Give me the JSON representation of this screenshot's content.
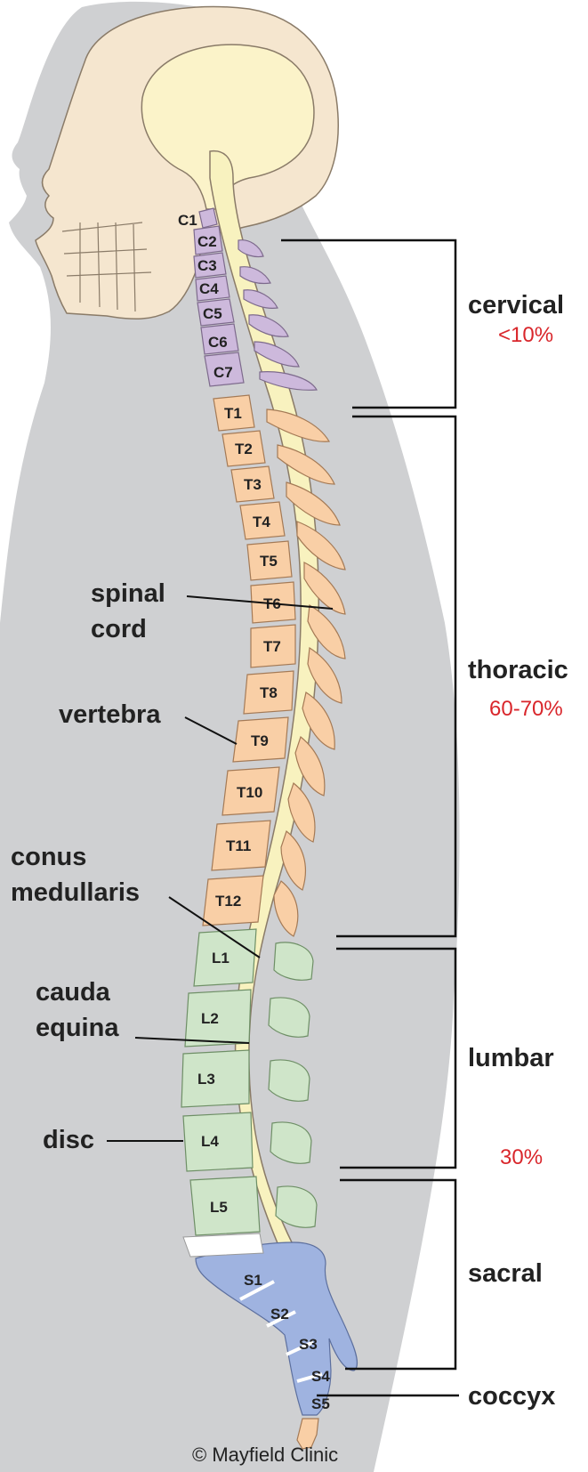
{
  "colors": {
    "body_silhouette": "#cfd0d2",
    "skull": "#f5e6cf",
    "brain": "#fbf3c9",
    "spinal_cord": "#f8f2bf",
    "cervical": "#cdb9dc",
    "thoracic": "#f9cfa6",
    "lumbar": "#cfe5c9",
    "sacral": "#9fb3e0",
    "percent_text": "#d9262b"
  },
  "vertebrae": {
    "cervical": [
      "C1",
      "C2",
      "C3",
      "C4",
      "C5",
      "C6",
      "C7"
    ],
    "thoracic": [
      "T1",
      "T2",
      "T3",
      "T4",
      "T5",
      "T6",
      "T7",
      "T8",
      "T9",
      "T10",
      "T11",
      "T12"
    ],
    "lumbar": [
      "L1",
      "L2",
      "L3",
      "L4",
      "L5"
    ],
    "sacral": [
      "S1",
      "S2",
      "S3",
      "S4",
      "S5"
    ]
  },
  "anatomy_labels": {
    "spinal_cord": [
      "spinal",
      "cord"
    ],
    "vertebra": "vertebra",
    "conus_medullaris": [
      "conus",
      "medullaris"
    ],
    "cauda_equina": [
      "cauda",
      "equina"
    ],
    "disc": "disc"
  },
  "regions": {
    "cervical": {
      "name": "cervical",
      "percent": "<10%"
    },
    "thoracic": {
      "name": "thoracic",
      "percent": "60-70%"
    },
    "lumbar": {
      "name": "lumbar",
      "percent": "30%"
    },
    "sacral": {
      "name": "sacral"
    },
    "coccyx": {
      "name": "coccyx"
    }
  },
  "copyright": "© Mayfield Clinic"
}
